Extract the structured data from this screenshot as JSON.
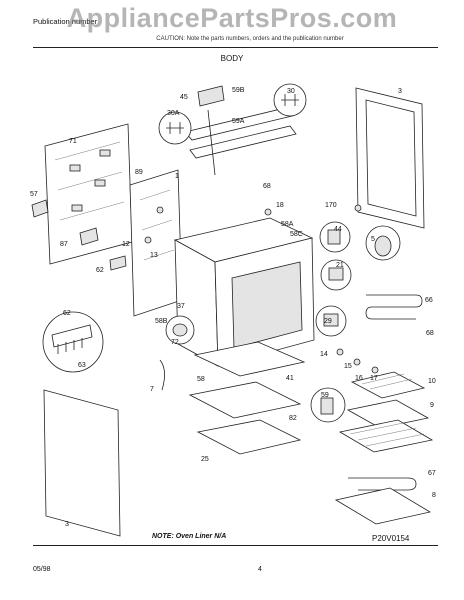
{
  "header": {
    "publication_line": "Publication number",
    "publication_number": "",
    "caution_text": "CAUTION: Note the parts numbers, orders and the publication number"
  },
  "watermark": "AppliancePartsPros.com",
  "section_title": "BODY",
  "parts": {
    "p3a": "3",
    "p3b": "3",
    "p5": "5",
    "p7": "7",
    "p8": "8",
    "p9": "9",
    "p10": "10",
    "p12": "12",
    "p13": "13",
    "p14": "14",
    "p15": "15",
    "p16": "16",
    "p17": "17",
    "p18": "18",
    "p21": "21",
    "p25": "25",
    "p29": "29",
    "p30": "30",
    "p30a": "30A",
    "p37": "37",
    "p41": "41",
    "p44": "44",
    "p45": "45",
    "p57": "57",
    "p58": "58",
    "p58a": "58A",
    "p58b": "58B",
    "p58c": "58C",
    "p59": "59",
    "p59a": "59A",
    "p59b": "59B",
    "p62a": "62",
    "p62b": "62",
    "p63": "63",
    "p66": "66",
    "p67": "67",
    "p68a": "68",
    "p68b": "68",
    "p71": "71",
    "p72": "72",
    "p82": "82",
    "p87": "87",
    "p89": "89",
    "p1": "1",
    "p170": "170"
  },
  "note": "NOTE:  Oven Liner N/A",
  "figure_code": "P20V0154",
  "footer": {
    "date": "05/98",
    "page": "4"
  }
}
